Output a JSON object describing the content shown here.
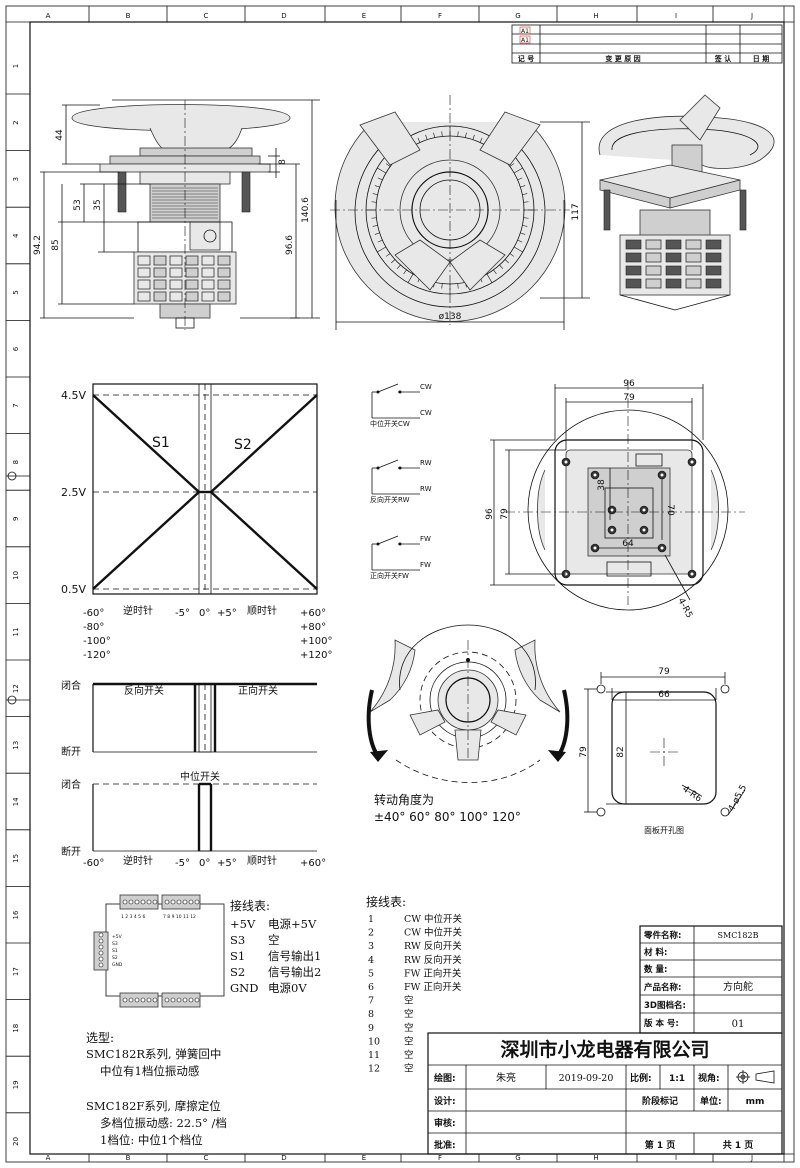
{
  "border": {
    "cols": [
      "A",
      "B",
      "C",
      "D",
      "E",
      "F",
      "G",
      "H",
      "I",
      "J"
    ],
    "rows": [
      "1",
      "2",
      "3",
      "4",
      "5",
      "6",
      "7",
      "8",
      "9",
      "10",
      "11",
      "12",
      "13",
      "14",
      "15",
      "16",
      "17",
      "18",
      "19",
      "20"
    ]
  },
  "revision": {
    "r1": "A1",
    "r2": "A1",
    "no": "记 号",
    "reason": "变 更 原 因",
    "sign": "签 认",
    "date": "日 期"
  },
  "dims_side": {
    "d44": "44",
    "d53": "53",
    "d35": "35",
    "d85": "85",
    "d94": "94.2",
    "d8": "8",
    "d96": "96.6",
    "d140": "140.6"
  },
  "dims_top": {
    "d117": "117",
    "d138": "ø138"
  },
  "dims_bottom": {
    "d96w": "96",
    "d79w": "79",
    "d96h": "96",
    "d79h": "79",
    "d38": "38",
    "d70": "70",
    "d64": "64",
    "r5": "4-R5"
  },
  "dims_panel": {
    "d79": "79",
    "d66": "66",
    "d82": "82",
    "d79h": "79",
    "r6": "4-R6",
    "hole": "4-ø5.5",
    "caption": "面板开孔图"
  },
  "voltage_chart": {
    "yticks": [
      "4.5V",
      "2.5V",
      "0.5V"
    ],
    "s1": "S1",
    "s2": "S2",
    "xrow1": [
      "-60°",
      "逆时针",
      "-5°",
      "0°",
      "+5°",
      "顺时针",
      "+60°"
    ],
    "xleft": [
      "-80°",
      "-100°",
      "-120°"
    ],
    "xright": [
      "+80°",
      "+100°",
      "+120°"
    ]
  },
  "switch_chart1": {
    "closed": "闭合",
    "open": "断开",
    "left": "反向开关",
    "right": "正向开关"
  },
  "switch_chart2": {
    "closed": "闭合",
    "open": "断开",
    "mid": "中位开关",
    "xrow": [
      "-60°",
      "逆时针",
      "-5°",
      "0°",
      "+5°",
      "顺时针",
      "+60°"
    ]
  },
  "switches": [
    {
      "a": "CW",
      "b": "CW",
      "label": "中位开关CW"
    },
    {
      "a": "RW",
      "b": "RW",
      "label": "反向开关RW"
    },
    {
      "a": "FW",
      "b": "FW",
      "label": "正向开关FW"
    }
  ],
  "rotation": {
    "line1": "转动角度为",
    "line2": "±40° 60° 80° 100° 120°"
  },
  "wiring1": {
    "title": "接线表:",
    "rows": [
      {
        "pin": "+5V",
        "desc": "电源+5V"
      },
      {
        "pin": "S3",
        "desc": "空"
      },
      {
        "pin": "S1",
        "desc": "信号输出1"
      },
      {
        "pin": "S2",
        "desc": "信号输出2"
      },
      {
        "pin": "GND",
        "desc": "电源0V"
      }
    ]
  },
  "wiring2": {
    "title": "接线表:",
    "rows": [
      {
        "n": "1",
        "d": "CW 中位开关"
      },
      {
        "n": "2",
        "d": "CW 中位开关"
      },
      {
        "n": "3",
        "d": "RW 反向开关"
      },
      {
        "n": "4",
        "d": "RW 反向开关"
      },
      {
        "n": "5",
        "d": "FW 正向开关"
      },
      {
        "n": "6",
        "d": "FW 正向开关"
      },
      {
        "n": "7",
        "d": "空"
      },
      {
        "n": "8",
        "d": "空"
      },
      {
        "n": "9",
        "d": "空"
      },
      {
        "n": "10",
        "d": "空"
      },
      {
        "n": "11",
        "d": "空"
      },
      {
        "n": "12",
        "d": "空"
      }
    ]
  },
  "selection": {
    "title": "选型:",
    "lines": [
      "SMC182R系列, 弹簧回中",
      "中位有1档位振动感",
      "SMC182F系列, 摩擦定位",
      "多档位振动感: 22.5° /档",
      "1档位: 中位1个档位"
    ]
  },
  "connector": {
    "pins_top": "1 2 3 4 5 6",
    "pins_top2": "7 8 9 10 11 12",
    "side": [
      "+5V",
      "S3",
      "S1",
      "S2",
      "GND"
    ]
  },
  "title_block": {
    "part_label": "零件名称:",
    "part": "SMC182B",
    "material_label": "材  料:",
    "material": "",
    "qty_label": "数  量:",
    "qty": "",
    "product_label": "产品名称:",
    "product": "方向舵",
    "file_label": "3D图档名:",
    "file": "",
    "version_label": "版 本 号:",
    "version": "01",
    "company": "深圳市小龙电器有限公司",
    "drawn_label": "绘图:",
    "drawn": "朱亮",
    "date": "2019-09-20",
    "scale_label": "比例:",
    "scale": "1:1",
    "view_label": "视角:",
    "design_label": "设计:",
    "stage_label": "阶段标记",
    "unit_label": "单位:",
    "unit": "mm",
    "review_label": "审核:",
    "approve_label": "批准:",
    "page": "第  1  页",
    "total": "共  1  页"
  }
}
